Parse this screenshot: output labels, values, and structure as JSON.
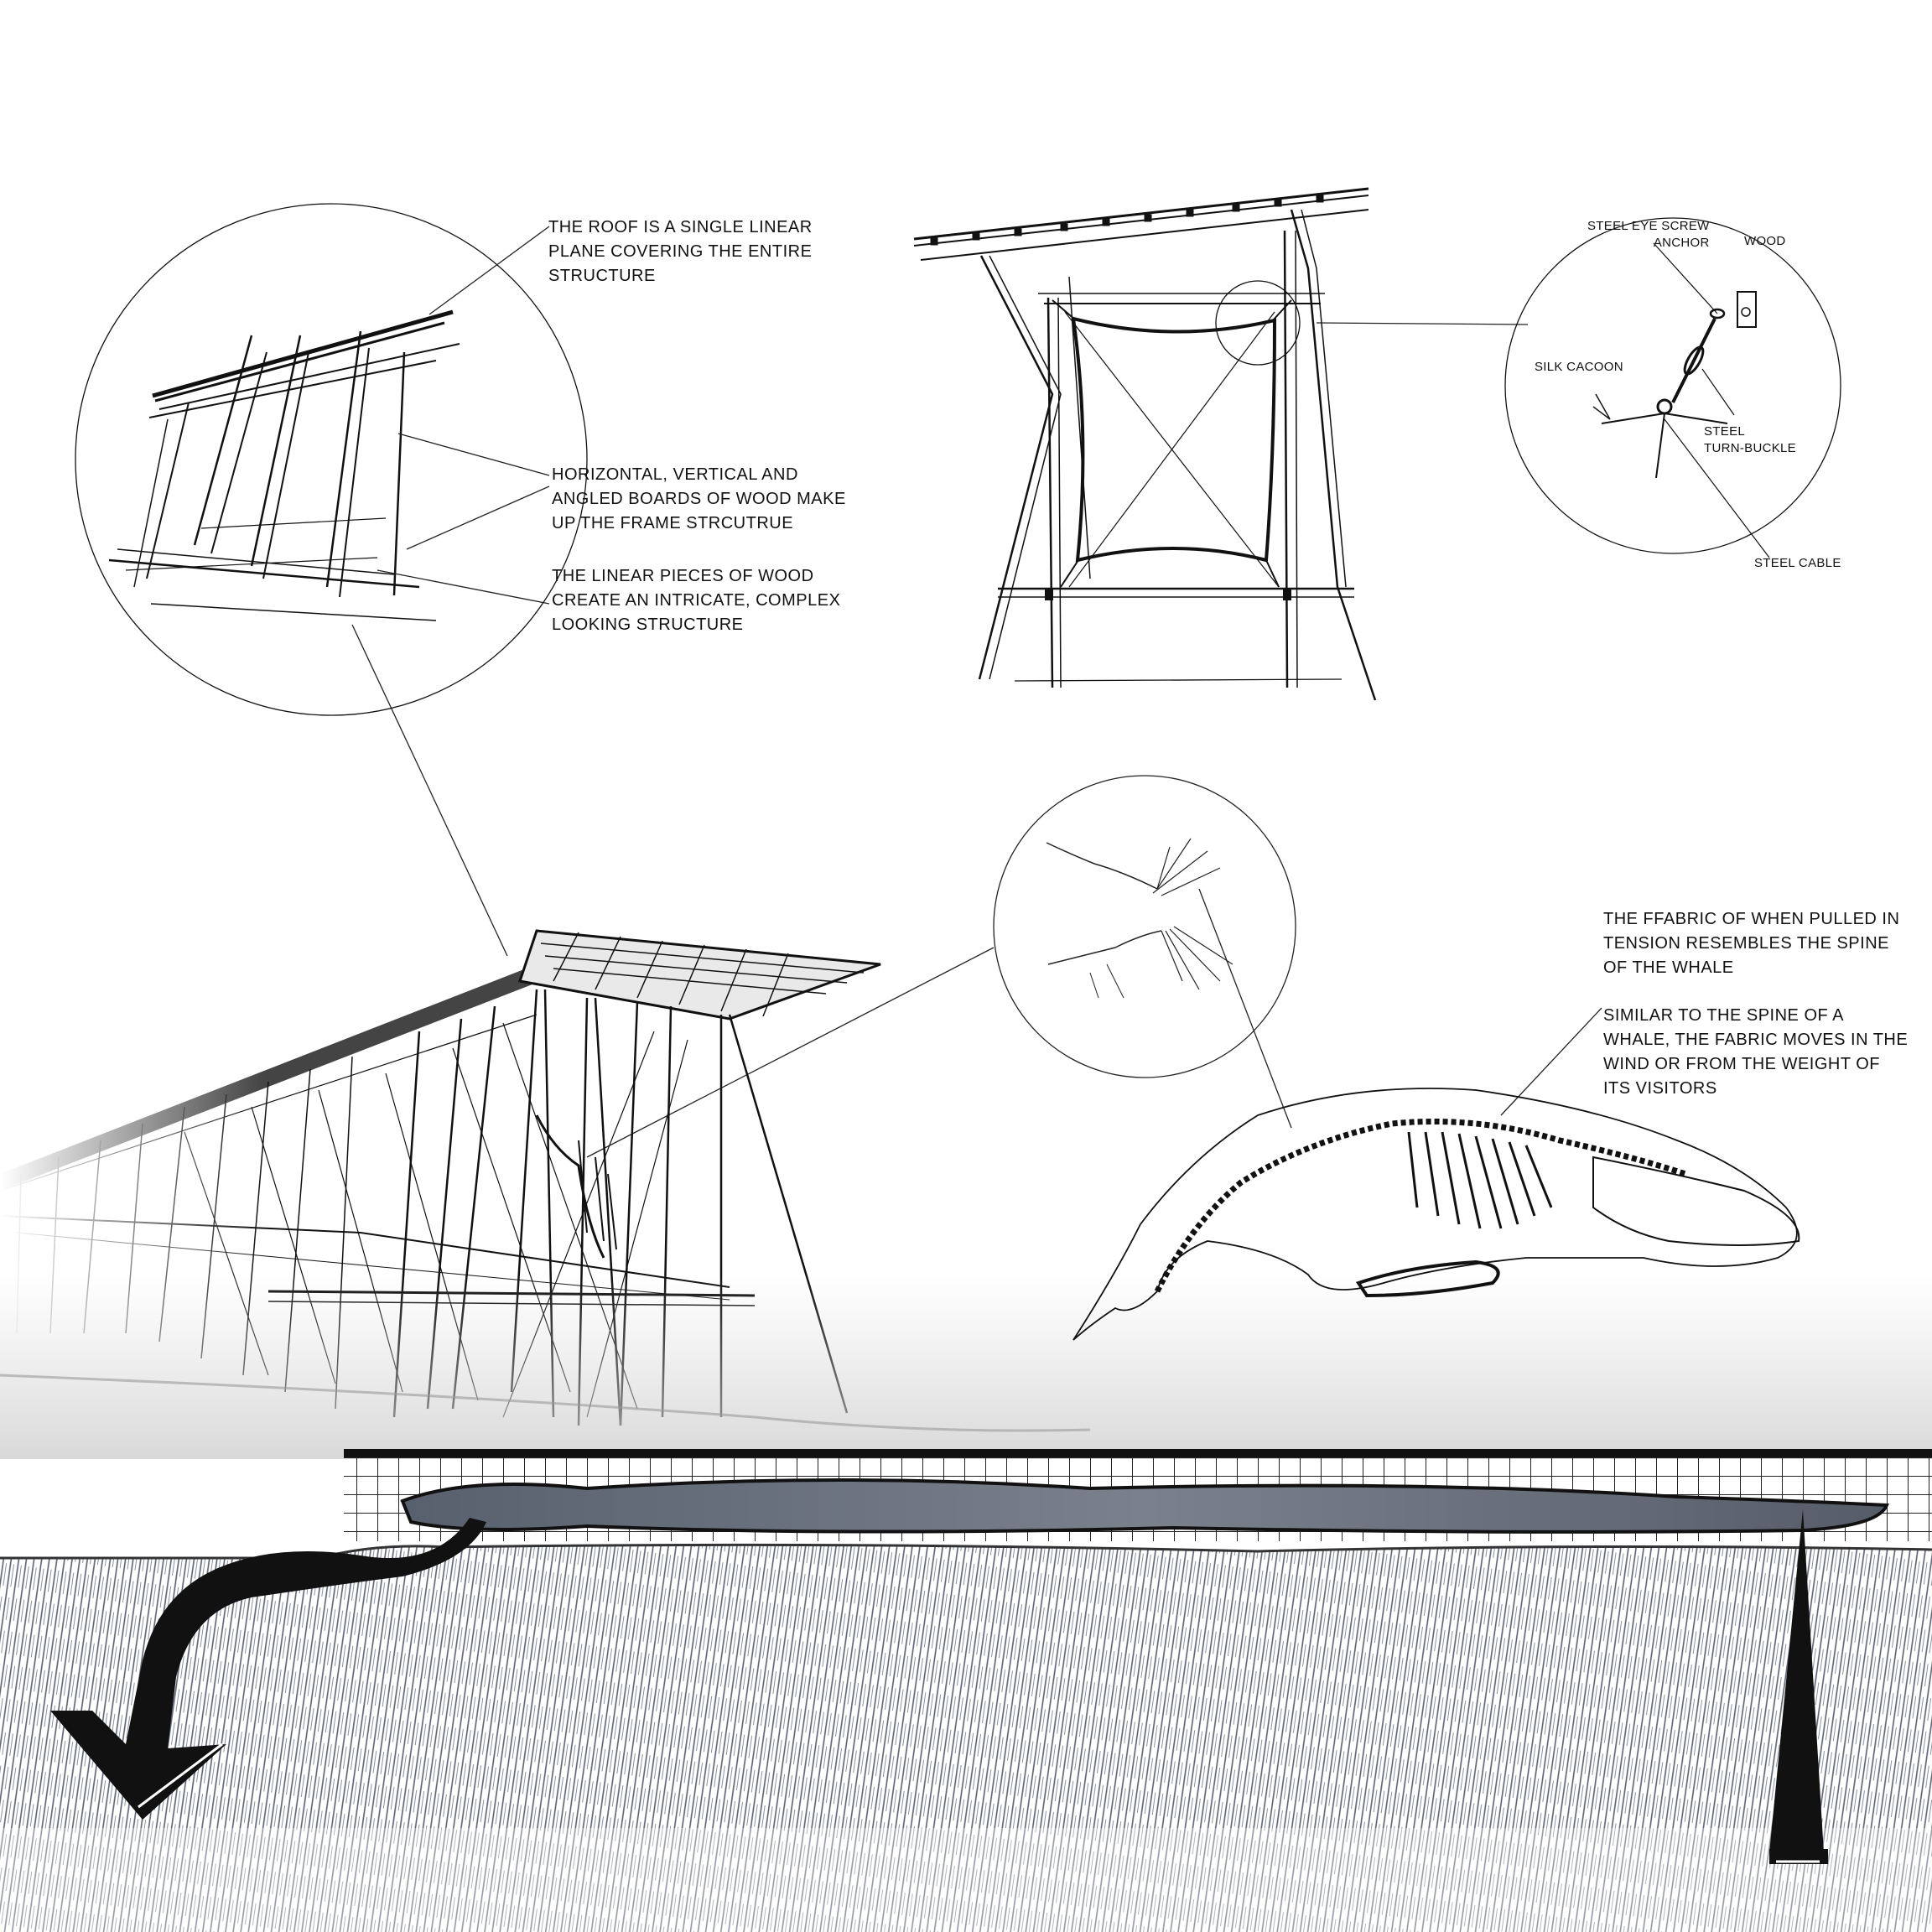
{
  "annotations": {
    "roof": [
      "THE ROOF IS A SINGLE LINEAR",
      "PLANE COVERING THE ENTIRE",
      "STRUCTURE"
    ],
    "boards": [
      "HORIZONTAL, VERTICAL AND",
      "ANGLED BOARDS OF WOOD MAKE",
      "UP THE FRAME STRCUTRUE"
    ],
    "linear": [
      "THE LINEAR PIECES OF WOOD",
      "CREATE AN INTRICATE, COMPLEX",
      "LOOKING STRUCTURE"
    ],
    "fabric": [
      "THE FFABRIC OF WHEN PULLED IN",
      "TENSION RESEMBLES THE SPINE",
      "OF THE WHALE"
    ],
    "spine": [
      "SIMILAR TO THE SPINE OF A",
      "WHALE, THE FABRIC MOVES IN THE",
      "WIND OR FROM THE WEIGHT OF",
      "ITS VISITORS"
    ]
  },
  "detail_labels": {
    "eye_screw": [
      "STEEL EYE SCREW",
      "ANCHOR"
    ],
    "wood": "WOOD",
    "silk": "SILK CACOON",
    "turnbuckle": [
      "STEEL",
      "TURN-BUCKLE"
    ],
    "cable": "STEEL CABLE"
  }
}
